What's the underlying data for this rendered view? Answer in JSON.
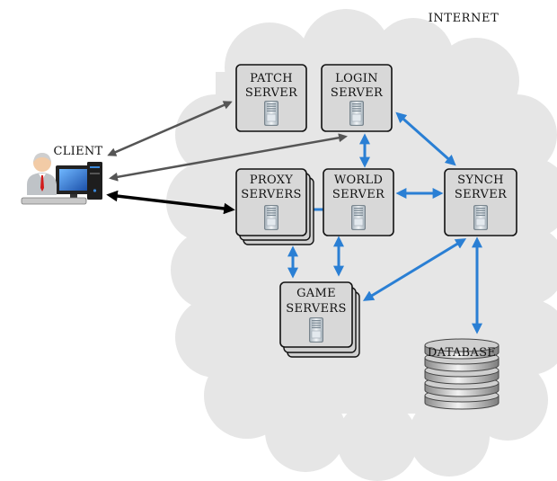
{
  "labels": {
    "internet": "INTERNET",
    "client": "CLIENT",
    "patch_server": [
      "PATCH",
      "SERVER"
    ],
    "login_server": [
      "LOGIN",
      "SERVER"
    ],
    "proxy_servers": [
      "PROXY",
      "SERVERS"
    ],
    "world_server": [
      "WORLD",
      "SERVER"
    ],
    "synch_server": [
      "SYNCH",
      "SERVER"
    ],
    "game_servers": [
      "GAME",
      "SERVERS"
    ],
    "database": "DATABASE"
  },
  "colors": {
    "cloud": "#e6e6e6",
    "box": "#d8d8d8",
    "client_server_arrow": "#555555",
    "proxy_arrow": "#000000",
    "internal_arrow": "#2a7fd4"
  },
  "icons": {
    "client": "client-computer-icon",
    "server": "server-tower-icon",
    "database": "database-cylinder-icon"
  }
}
